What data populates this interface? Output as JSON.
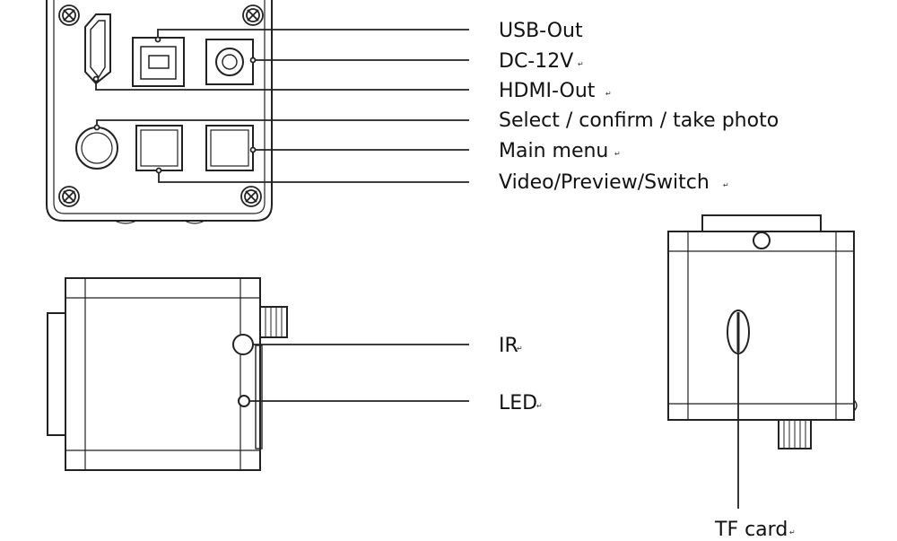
{
  "labels": {
    "usb_out": "USB-Out",
    "dc_12v": "DC-12V",
    "hdmi_out": "HDMI-Out",
    "select": "Select / confirm / take photo",
    "main_menu": "Main menu",
    "video_switch": "Video/Preview/Switch",
    "ir": "IR",
    "led": "LED",
    "tf_card": "TF card"
  },
  "colors": {
    "line": "#222222",
    "background": "#ffffff",
    "text": "#111111"
  },
  "icons": {
    "return_mark": "↵"
  }
}
